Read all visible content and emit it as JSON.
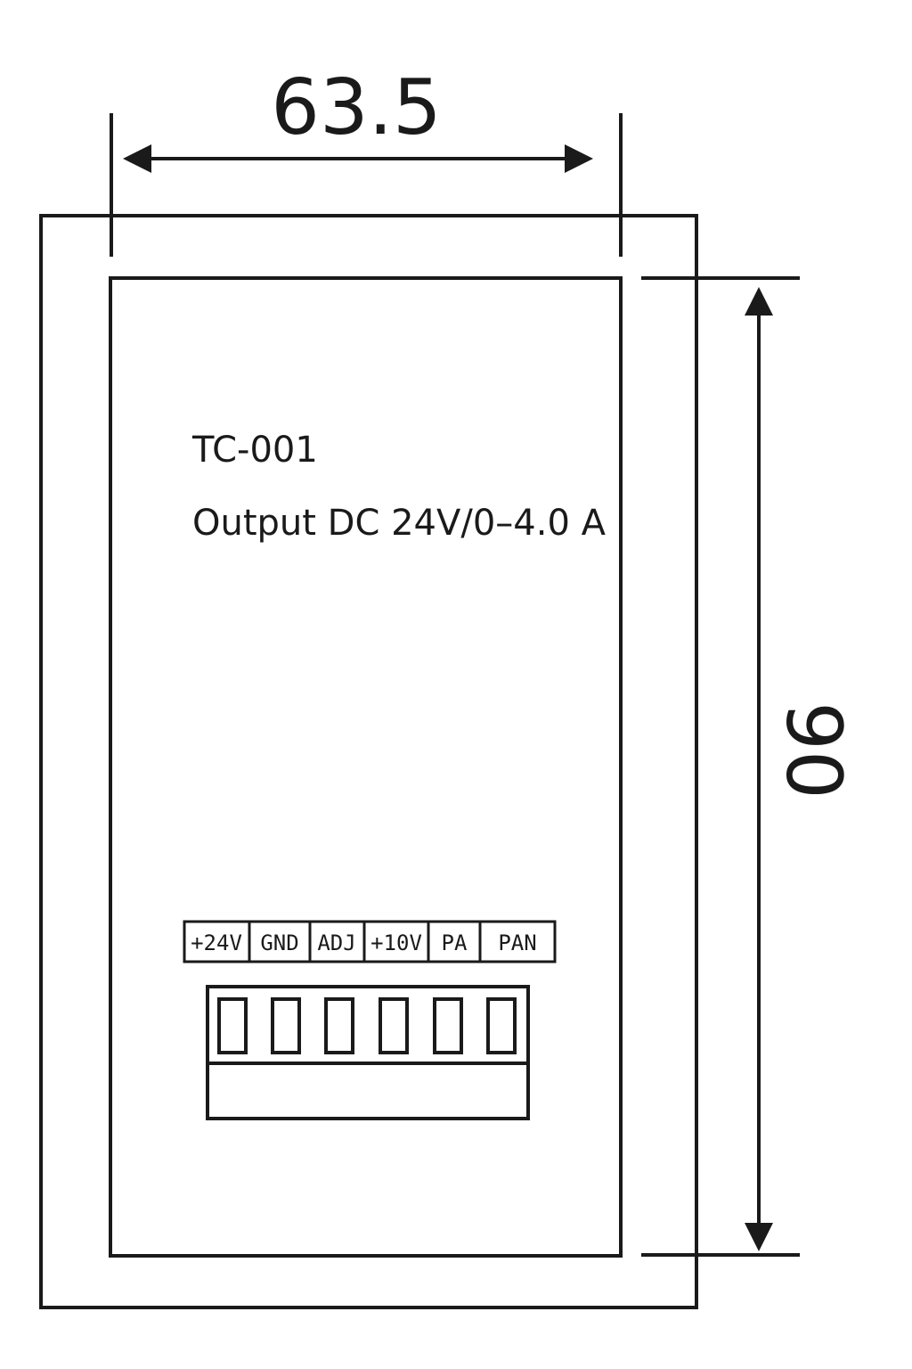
{
  "dimensions": {
    "width": "63.5",
    "height": "90"
  },
  "label": {
    "model": "TC-001",
    "output": "Output DC 24V/0–4.0 A"
  },
  "terminals": [
    "+24V",
    "GND",
    "ADJ",
    "+10V",
    "PA",
    "PAN"
  ],
  "colors": {
    "line": "#1a1a1a",
    "background": "#ffffff"
  }
}
